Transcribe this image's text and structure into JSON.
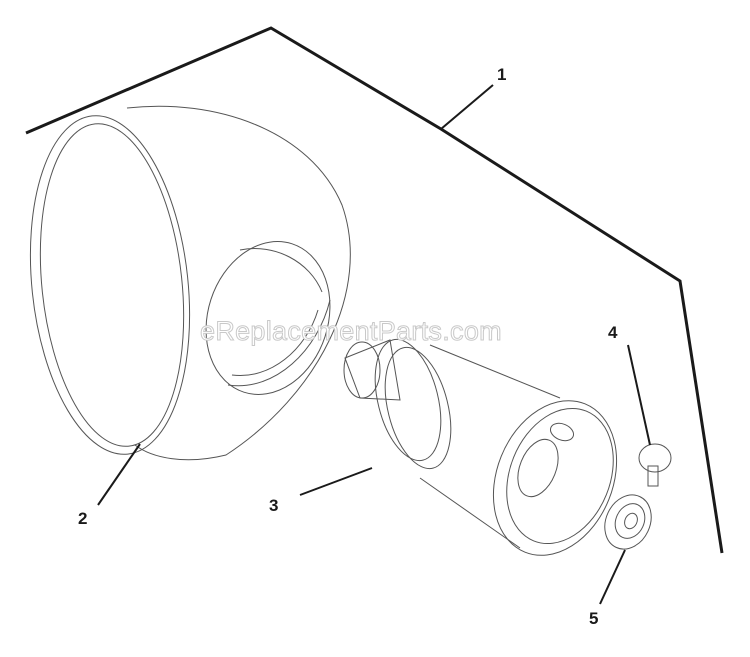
{
  "diagram": {
    "watermark": "eReplacementParts.com",
    "callouts": [
      {
        "id": "1",
        "label": "1"
      },
      {
        "id": "2",
        "label": "2"
      },
      {
        "id": "3",
        "label": "3"
      },
      {
        "id": "4",
        "label": "4"
      },
      {
        "id": "5",
        "label": "5"
      }
    ]
  }
}
